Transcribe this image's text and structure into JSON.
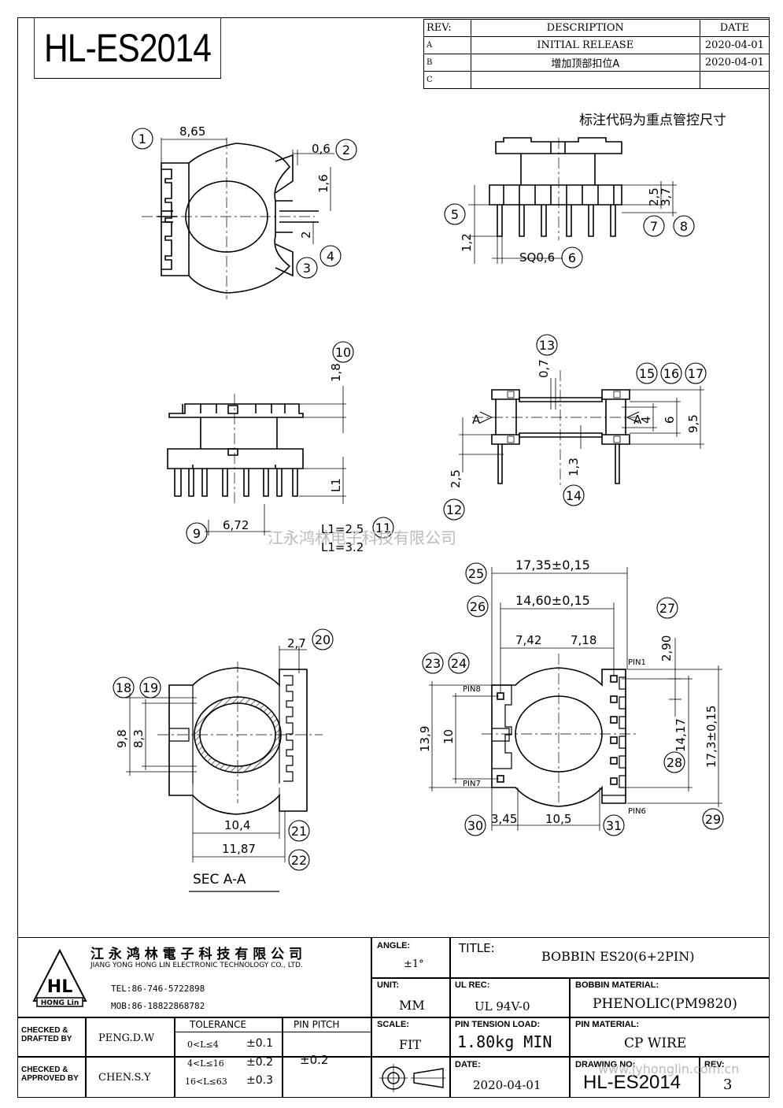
{
  "part_number": "HL-ES2014",
  "revision_table": {
    "headers": {
      "rev": "REV:",
      "description": "DESCRIPTION",
      "date": "DATE"
    },
    "rows": [
      {
        "rev": "A",
        "description": "INITIAL RELEASE",
        "date": "2020-04-01"
      },
      {
        "rev": "B",
        "description": "增加顶部扣位A",
        "date": "2020-04-01"
      },
      {
        "rev": "C",
        "description": "",
        "date": ""
      }
    ]
  },
  "note": "标注代码为重点管控尺寸",
  "watermark": "江永鸿林电子科技有限公司",
  "watermark_url": "www.jyhonglin.com.cn",
  "dimensions": {
    "d1": "8,65",
    "d2": "0,6",
    "d3": "1,6",
    "d4": "2",
    "d5": "1,2",
    "d6": "SQ0,6",
    "d7": "2,5",
    "d8": "3,7",
    "d10": "1,8",
    "d11_a": "L1=2.5",
    "d11_b": "L1=3.2",
    "d9": "6,72",
    "l1": "L1",
    "d13": "0,7",
    "d12": "2,5",
    "d14": "1,3",
    "d15a": "4",
    "d15b": "6",
    "d15c": "9,5",
    "secA_left": "A",
    "secA_right": "A",
    "d20": "2,7",
    "d18": "9,8",
    "d19": "8,3",
    "d21": "10,4",
    "d22": "11,87",
    "sec_label": "SEC A-A",
    "d25": "17,35±0,15",
    "d26": "14,60±0,15",
    "d27": "2,90",
    "d_left": "7,42",
    "d_right": "7,18",
    "d23": "13,9",
    "d24": "10",
    "d28": "14,17",
    "d29": "17,3±0,15",
    "d30": "3,45",
    "d31": "10,5",
    "pin1": "PIN1",
    "pin6": "PIN6",
    "pin7": "PIN7",
    "pin8": "PIN8"
  },
  "balloons": [
    "1",
    "2",
    "3",
    "4",
    "5",
    "6",
    "7",
    "8",
    "9",
    "10",
    "11",
    "12",
    "13",
    "14",
    "15",
    "16",
    "17",
    "18",
    "19",
    "20",
    "21",
    "22",
    "23",
    "24",
    "25",
    "26",
    "27",
    "28",
    "29",
    "30",
    "31"
  ],
  "title_block": {
    "company_cn": "江 永 鸿 林 電 子 科 技 有 限 公 司",
    "company_en": "JIANG YONG HONG LIN ELECTRONIC TECHNOLOGY CO., LTD.",
    "logo_text": "HL",
    "logo_sub": "HONG Lin",
    "tel": "TEL:86-746-5722898",
    "mob": "MOB:86-18822868782",
    "angle_label": "ANGLE:",
    "angle_value": "±1°",
    "title_label": "TITLE:",
    "title_value": "BOBBIN ES20(6+2PIN)",
    "unit_label": "UNIT:",
    "unit_value": "MM",
    "ul_label": "UL REC:",
    "ul_value": "UL 94V-0",
    "bobbin_mat_label": "BOBBIN MATERIAL:",
    "bobbin_mat_value": "PHENOLIC(PM9820)",
    "checked_drafted_label": "CHECKED & DRAFTED BY",
    "checked_drafted_value": "PENG.D.W",
    "checked_approved_label": "CHECKED & APPROVED BY",
    "checked_approved_value": "CHEN.S.Y",
    "tolerance_label": "TOLERANCE",
    "tolerance_rows": [
      {
        "range": "0<L≤4",
        "tol": "±0.1"
      },
      {
        "range": "4<L≤16",
        "tol": "±0.2"
      },
      {
        "range": "16<L≤63",
        "tol": "±0.3"
      }
    ],
    "pin_pitch_label": "PIN PITCH",
    "pin_pitch_value": "±0.2",
    "scale_label": "SCALE:",
    "scale_value": "FIT",
    "pin_tension_label": "PIN TENSION LOAD:",
    "pin_tension_value": "1.80kg MIN",
    "pin_mat_label": "PIN MATERIAL:",
    "pin_mat_value": "CP WIRE",
    "date_label": "DATE:",
    "date_value": "2020-04-01",
    "drawing_no_label": "DRAWING NO:",
    "drawing_no_value": "HL-ES2014",
    "rev_label": "REV:",
    "rev_value": "3"
  }
}
